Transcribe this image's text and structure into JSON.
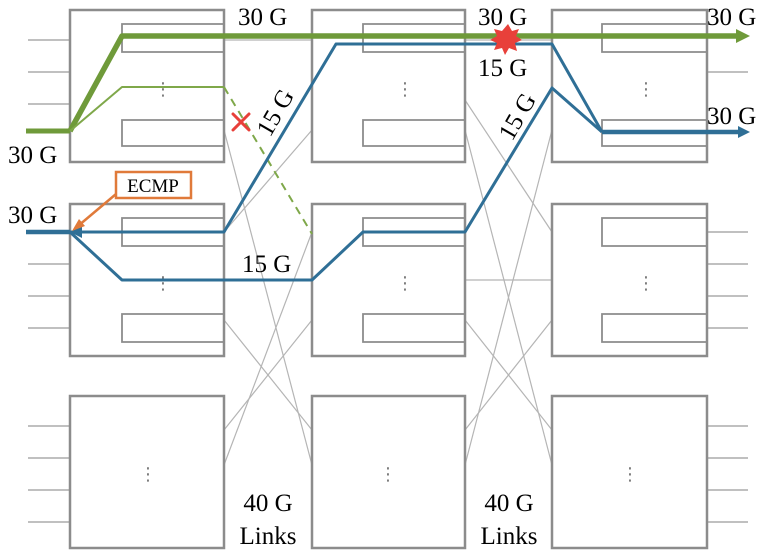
{
  "labels": {
    "in_top": "30 G",
    "in_mid": "30 G",
    "top_link_a": "30 G",
    "top_link_b": "30 G",
    "out_top": "30 G",
    "out_bottom": "30 G",
    "blue_split_a": "15 G",
    "blue_split_b": "15 G",
    "diag_a": "15 G",
    "diag_b": "15 G",
    "links_a_speed": "40 G",
    "links_a_name": "Links",
    "links_b_speed": "40 G",
    "links_b_name": "Links",
    "ecmp": "ECMP",
    "ellipsis": "⋮"
  },
  "colors": {
    "green_flow": "#6f9a3a",
    "blue_flow": "#2f6f96",
    "box_border": "#8c8c8c",
    "links": "#b5b5b5",
    "ecmp": "#e07a3a",
    "failure": "#e8403a"
  }
}
